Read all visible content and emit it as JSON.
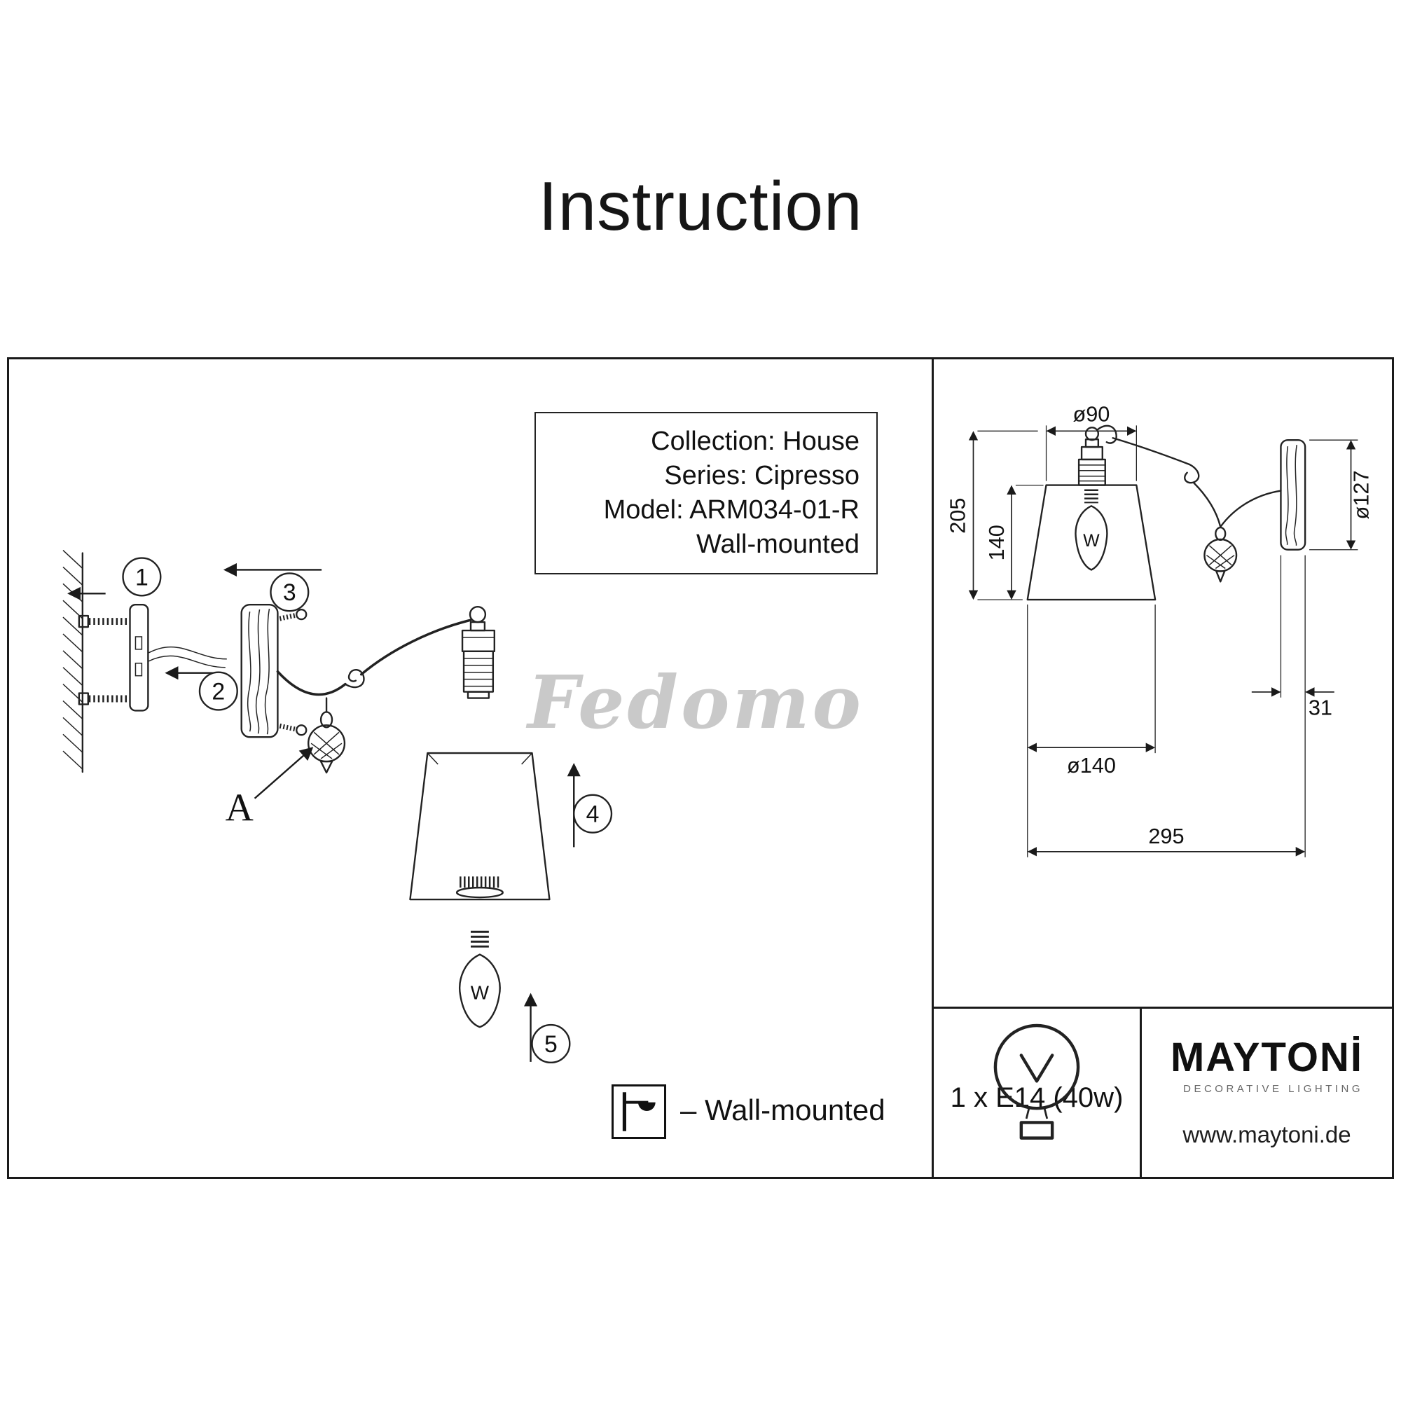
{
  "title": "Instruction",
  "info_box": {
    "collection": "Collection: House",
    "series": "Series: Cipresso",
    "model": "Model: ARM034-01-R",
    "mount": "Wall-mounted"
  },
  "callouts": {
    "s1": "1",
    "s2": "2",
    "s3": "3",
    "s4": "4",
    "s5": "5",
    "detail": "A"
  },
  "watermark": "Fedomo",
  "legend_label": "– Wall-mounted",
  "bulb_letter": "W",
  "dims": {
    "shade_top_d": "ø90",
    "total_h": "205",
    "shade_h": "140",
    "plate_d": "ø127",
    "plate_t": "31",
    "shade_bottom_d": "ø140",
    "total_w": "295"
  },
  "bulb_spec": "1 x E14 (40w)",
  "brand": {
    "name": "MAYTONİ",
    "tagline": "DECORATIVE LIGHTING",
    "site": "www.maytoni.de"
  }
}
